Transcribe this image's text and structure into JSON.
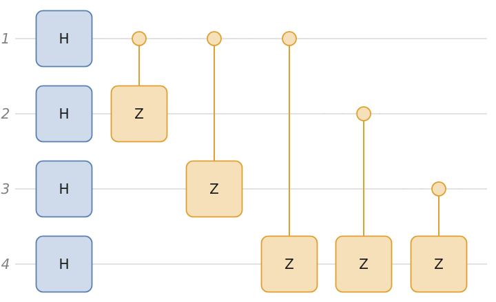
{
  "qubits": [
    "1",
    "2",
    "3",
    "4"
  ],
  "colors": {
    "h_fill": "#cfdbea",
    "h_stroke": "#5a7fb2",
    "z_fill": "#f6e0ba",
    "z_stroke": "#e0a030",
    "control_line": "#e0a030",
    "wire": "#d9d9d9",
    "label": "#808080"
  },
  "h_gates": [
    {
      "label": "H",
      "qubit": 1
    },
    {
      "label": "H",
      "qubit": 2
    },
    {
      "label": "H",
      "qubit": 3
    },
    {
      "label": "H",
      "qubit": 4
    }
  ],
  "cz_gates": [
    {
      "label": "Z",
      "control": 1,
      "target": 2
    },
    {
      "label": "Z",
      "control": 1,
      "target": 3
    },
    {
      "label": "Z",
      "control": 1,
      "target": 4
    },
    {
      "label": "Z",
      "control": 2,
      "target": 4
    },
    {
      "label": "Z",
      "control": 3,
      "target": 4
    }
  ]
}
